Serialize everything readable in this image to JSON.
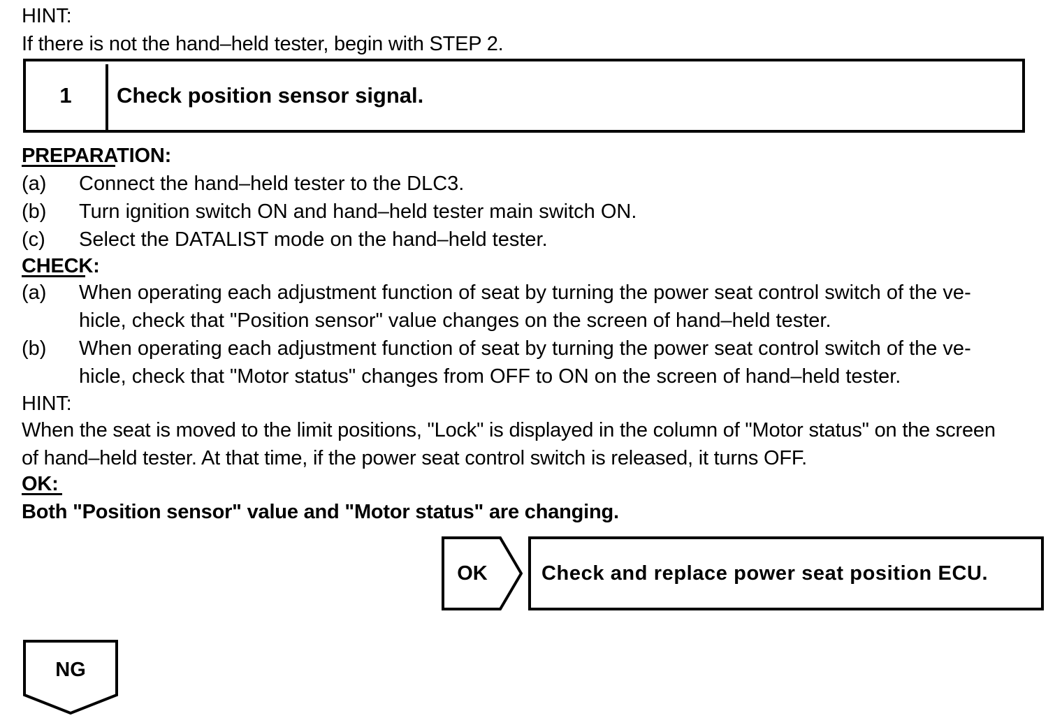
{
  "document": {
    "type": "automotive-service-manual-diagnostic-step",
    "hint_top": {
      "label": "HINT:",
      "text": "If there is not the hand–held tester, begin with STEP 2."
    },
    "step": {
      "number": "1",
      "title": "Check position sensor signal."
    },
    "preparation": {
      "heading": "PREPARATION:",
      "items": [
        {
          "marker": "(a)",
          "text": "Connect the hand–held tester to the DLC3."
        },
        {
          "marker": "(b)",
          "text": "Turn ignition switch ON and hand–held tester main switch ON."
        },
        {
          "marker": "(c)",
          "text": "Select the DATALIST mode on the hand–held tester."
        }
      ]
    },
    "check": {
      "heading": "CHECK:",
      "items": [
        {
          "marker": "(a)",
          "text": "When operating each adjustment function of seat by turning the power seat control switch of the ve-\nhicle, check that \"Position sensor\" value changes on the screen of hand–held tester."
        },
        {
          "marker": "(b)",
          "text": "When operating each adjustment function of seat by turning the power seat control switch of the ve-\nhicle, check that \"Motor status\" changes from OFF to ON on the screen of hand–held tester."
        }
      ]
    },
    "hint_mid": {
      "label": "HINT:",
      "text": "When the seat is moved to the limit positions, \"Lock\" is displayed in the column of \"Motor status\" on the screen\nof hand–held tester. At that time, if the power seat control switch is released, it turns OFF."
    },
    "ok_section": {
      "heading": "OK:",
      "result": "Both \"Position sensor\" value and \"Motor status\" are changing."
    },
    "ok_branch": {
      "badge": "OK",
      "action": "Check and replace power seat position ECU."
    },
    "ng_branch": {
      "badge": "NG"
    },
    "colors": {
      "ink": "#000000",
      "paper": "#ffffff"
    }
  }
}
